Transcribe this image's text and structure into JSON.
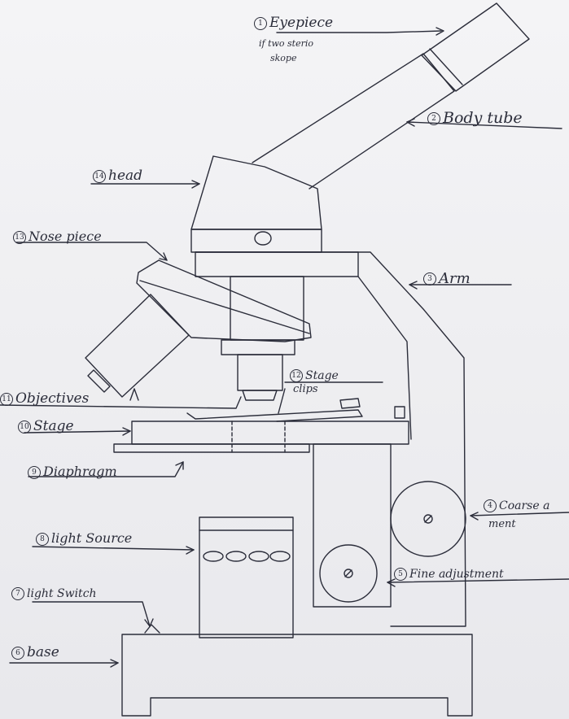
{
  "labels": {
    "eyepiece": {
      "num": "1",
      "text": "Eyepiece"
    },
    "eyepiece_note_1": "if two sterio",
    "eyepiece_note_2": "skope",
    "body_tube": {
      "num": "2",
      "text": "Body tube"
    },
    "arm": {
      "num": "3",
      "text": "Arm"
    },
    "coarse_adjustment_1": {
      "num": "4",
      "text": "Coarse a"
    },
    "coarse_adjustment_2": "ment",
    "fine_adjustment": {
      "num": "5",
      "text": "Fine adjustment"
    },
    "base": {
      "num": "6",
      "text": "base"
    },
    "light_switch": {
      "num": "7",
      "text": "light Switch"
    },
    "light_source": {
      "num": "8",
      "text": "light Source"
    },
    "diaphragm": {
      "num": "9",
      "text": "Diaphragm"
    },
    "stage": {
      "num": "10",
      "text": "Stage"
    },
    "objectives": {
      "num": "11",
      "text": "Objectives"
    },
    "stage_clips_1": {
      "num": "12",
      "text": "Stage"
    },
    "stage_clips_2": "clips",
    "nose_piece": {
      "num": "13",
      "text": "Nose piece"
    },
    "head": {
      "num": "14",
      "text": "head"
    }
  },
  "colors": {
    "ink": "#2b2d3a",
    "paper": "#f1f1f3"
  }
}
